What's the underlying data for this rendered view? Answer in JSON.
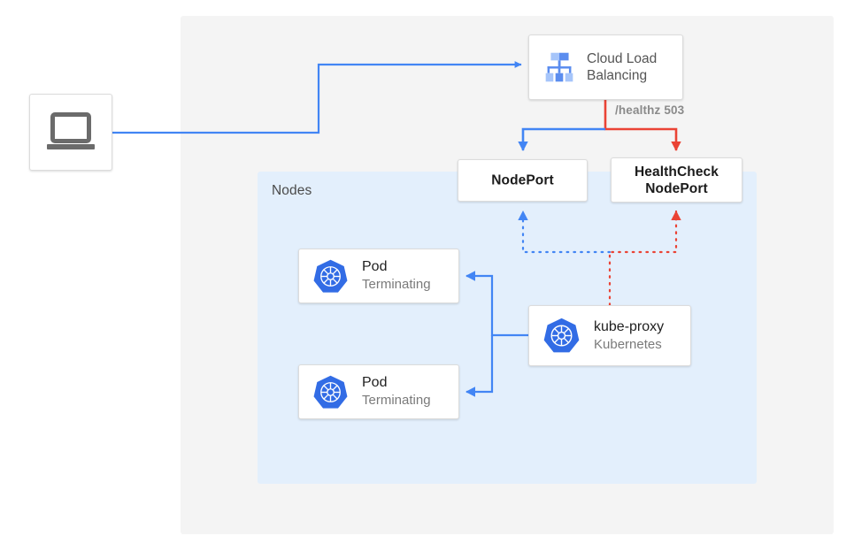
{
  "diagram": {
    "title": "Kubernetes NodePort health check failure flow",
    "colors": {
      "blue": "#4285f4",
      "red": "#ea4335",
      "panel_outer": "#f4f4f4",
      "panel_nodes": "#e3effc",
      "card_bg": "#ffffff",
      "card_border": "#dcdcdc",
      "text_dark": "#1f1f1f",
      "text_muted": "#7a7a7a",
      "k8s_blue": "#326ce5"
    }
  },
  "panels": {
    "outer": {
      "name": "cloud-region"
    },
    "nodes": {
      "label": "Nodes"
    }
  },
  "client": {
    "icon": "laptop-icon",
    "label": ""
  },
  "load_balancer": {
    "icon": "cloud-load-balancing-icon",
    "line1": "Cloud Load",
    "line2": "Balancing"
  },
  "healthcheck": {
    "annotation": "/healthz 503"
  },
  "services": [
    {
      "id": "nodeport",
      "label": "NodePort",
      "lines": [
        "NodePort"
      ]
    },
    {
      "id": "healthcheck-nodeport",
      "label": "HealthCheck NodePort",
      "lines": [
        "HealthCheck",
        "NodePort"
      ]
    }
  ],
  "pods": [
    {
      "title": "Pod",
      "subtitle": "Terminating",
      "icon": "kubernetes-icon"
    },
    {
      "title": "Pod",
      "subtitle": "Terminating",
      "icon": "kubernetes-icon"
    }
  ],
  "kube_proxy": {
    "title": "kube-proxy",
    "subtitle": "Kubernetes",
    "icon": "kubernetes-icon"
  },
  "edges": [
    {
      "from": "client",
      "to": "load-balancer",
      "style": "solid",
      "color": "#4285f4"
    },
    {
      "from": "load-balancer",
      "to": "nodeport",
      "style": "solid",
      "color": "#4285f4"
    },
    {
      "from": "load-balancer",
      "to": "healthcheck-nodeport",
      "style": "solid",
      "color": "#ea4335",
      "label": "/healthz 503"
    },
    {
      "from": "kube-proxy",
      "to": "nodeport",
      "style": "dotted",
      "color": "#4285f4"
    },
    {
      "from": "kube-proxy",
      "to": "healthcheck-nodeport",
      "style": "dotted",
      "color": "#ea4335"
    },
    {
      "from": "kube-proxy",
      "to": "pod-1",
      "style": "solid",
      "color": "#4285f4"
    },
    {
      "from": "kube-proxy",
      "to": "pod-2",
      "style": "solid",
      "color": "#4285f4"
    }
  ]
}
